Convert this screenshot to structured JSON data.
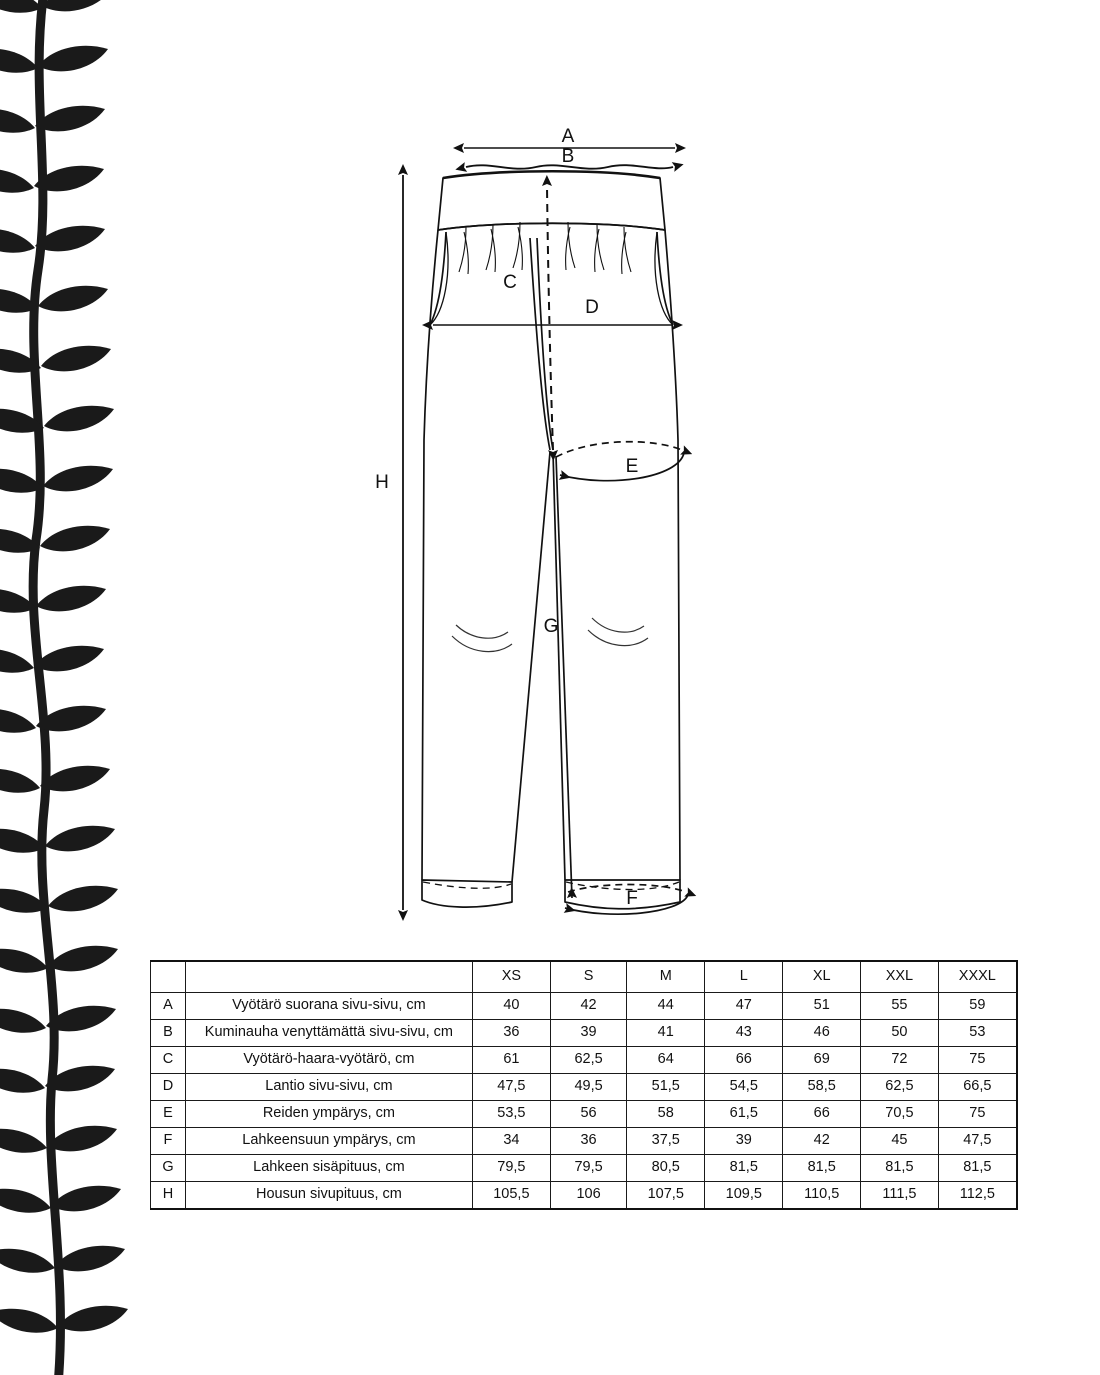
{
  "document": {
    "type": "garment-size-chart",
    "language": "fi",
    "garment": "trousers"
  },
  "decoration": {
    "vine_name": "leafy-vine-border",
    "color": "#1a1a1a"
  },
  "drawing": {
    "name": "trousers-technical-drawing",
    "labels": {
      "A": "A",
      "B": "B",
      "C": "C",
      "D": "D",
      "E": "E",
      "F": "F",
      "G": "G",
      "H": "H"
    }
  },
  "table": {
    "name": "size-measurement-table",
    "corner_letter_header": "",
    "corner_desc_header": "",
    "sizes": [
      "XS",
      "S",
      "M",
      "L",
      "XL",
      "XXL",
      "XXXL"
    ],
    "rows": [
      {
        "letter": "A",
        "description": "Vyötärö suorana sivu-sivu, cm",
        "values": [
          "40",
          "42",
          "44",
          "47",
          "51",
          "55",
          "59"
        ]
      },
      {
        "letter": "B",
        "description": "Kuminauha venyttämättä sivu-sivu, cm",
        "values": [
          "36",
          "39",
          "41",
          "43",
          "46",
          "50",
          "53"
        ]
      },
      {
        "letter": "C",
        "description": "Vyötärö-haara-vyötärö, cm",
        "values": [
          "61",
          "62,5",
          "64",
          "66",
          "69",
          "72",
          "75"
        ]
      },
      {
        "letter": "D",
        "description": "Lantio sivu-sivu, cm",
        "values": [
          "47,5",
          "49,5",
          "51,5",
          "54,5",
          "58,5",
          "62,5",
          "66,5"
        ]
      },
      {
        "letter": "E",
        "description": "Reiden ympärys, cm",
        "values": [
          "53,5",
          "56",
          "58",
          "61,5",
          "66",
          "70,5",
          "75"
        ]
      },
      {
        "letter": "F",
        "description": "Lahkeensuun ympärys, cm",
        "values": [
          "34",
          "36",
          "37,5",
          "39",
          "42",
          "45",
          "47,5"
        ]
      },
      {
        "letter": "G",
        "description": "Lahkeen sisäpituus, cm",
        "values": [
          "79,5",
          "79,5",
          "80,5",
          "81,5",
          "81,5",
          "81,5",
          "81,5"
        ]
      },
      {
        "letter": "H",
        "description": "Housun sivupituus, cm",
        "values": [
          "105,5",
          "106",
          "107,5",
          "109,5",
          "110,5",
          "111,5",
          "112,5"
        ]
      }
    ]
  }
}
